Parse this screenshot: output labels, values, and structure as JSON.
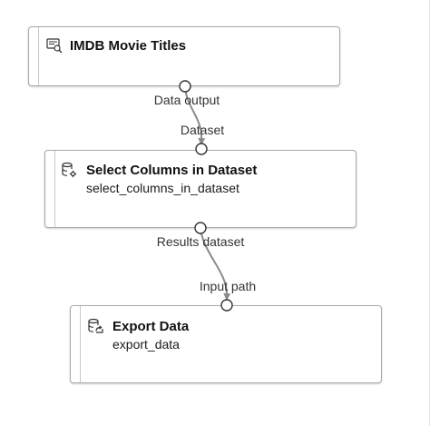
{
  "modules": {
    "imdb": {
      "title": "IMDB Movie Titles",
      "icon": "dataset-icon",
      "output_port_label": "Data output"
    },
    "select_columns": {
      "title": "Select Columns in Dataset",
      "subtitle": "select_columns_in_dataset",
      "icon": "dataset-gear-icon",
      "input_port_label": "Dataset",
      "output_port_label": "Results dataset"
    },
    "export": {
      "title": "Export Data",
      "subtitle": "export_data",
      "icon": "export-data-icon",
      "input_port_label": "Input path"
    }
  },
  "colors": {
    "connector": "#8a8a8a",
    "module_border": "#a8a8a8",
    "port_fill": "#ffffff",
    "port_stroke": "#333333"
  }
}
